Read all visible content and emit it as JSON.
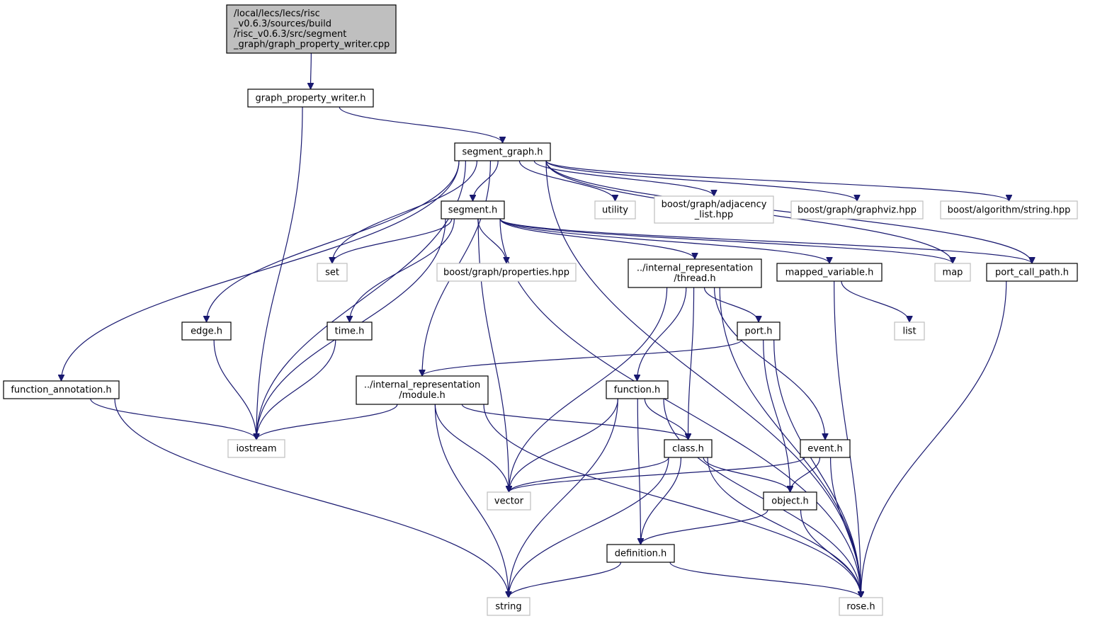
{
  "diagram": {
    "type": "include-dependency-graph",
    "colors": {
      "edge": "#191970",
      "root_fill": "#bfbfbf",
      "internal_border": "#000000",
      "external_border": "#bfbfbf"
    },
    "nodes": [
      {
        "id": "root",
        "kind": "root",
        "lines": [
          "/local/lecs/lecs/risc",
          "_v0.6.3/sources/build",
          "/risc_v0.6.3/src/segment",
          "_graph/graph_property_writer.cpp"
        ]
      },
      {
        "id": "gpw",
        "kind": "internal",
        "lines": [
          "graph_property_writer.h"
        ]
      },
      {
        "id": "sg",
        "kind": "internal",
        "lines": [
          "segment_graph.h"
        ]
      },
      {
        "id": "seg",
        "kind": "internal",
        "lines": [
          "segment.h"
        ]
      },
      {
        "id": "utility",
        "kind": "external",
        "lines": [
          "utility"
        ]
      },
      {
        "id": "adj",
        "kind": "external",
        "lines": [
          "boost/graph/adjacency",
          "_list.hpp"
        ]
      },
      {
        "id": "gviz",
        "kind": "external",
        "lines": [
          "boost/graph/graphviz.hpp"
        ]
      },
      {
        "id": "algstr",
        "kind": "external",
        "lines": [
          "boost/algorithm/string.hpp"
        ]
      },
      {
        "id": "set",
        "kind": "external",
        "lines": [
          "set"
        ]
      },
      {
        "id": "props",
        "kind": "external",
        "lines": [
          "boost/graph/properties.hpp"
        ]
      },
      {
        "id": "thread",
        "kind": "internal",
        "lines": [
          "../internal_representation",
          "/thread.h"
        ]
      },
      {
        "id": "mapvar",
        "kind": "internal",
        "lines": [
          "mapped_variable.h"
        ]
      },
      {
        "id": "map",
        "kind": "external",
        "lines": [
          "map"
        ]
      },
      {
        "id": "pcp",
        "kind": "internal",
        "lines": [
          "port_call_path.h"
        ]
      },
      {
        "id": "edge",
        "kind": "internal",
        "lines": [
          "edge.h"
        ]
      },
      {
        "id": "time",
        "kind": "internal",
        "lines": [
          "time.h"
        ]
      },
      {
        "id": "port",
        "kind": "internal",
        "lines": [
          "port.h"
        ]
      },
      {
        "id": "list",
        "kind": "external",
        "lines": [
          "list"
        ]
      },
      {
        "id": "fa",
        "kind": "internal",
        "lines": [
          "function_annotation.h"
        ]
      },
      {
        "id": "module",
        "kind": "internal",
        "lines": [
          "../internal_representation",
          "/module.h"
        ]
      },
      {
        "id": "func",
        "kind": "internal",
        "lines": [
          "function.h"
        ]
      },
      {
        "id": "iostream",
        "kind": "external",
        "lines": [
          "iostream"
        ]
      },
      {
        "id": "class",
        "kind": "internal",
        "lines": [
          "class.h"
        ]
      },
      {
        "id": "event",
        "kind": "internal",
        "lines": [
          "event.h"
        ]
      },
      {
        "id": "vector",
        "kind": "external",
        "lines": [
          "vector"
        ]
      },
      {
        "id": "object",
        "kind": "internal",
        "lines": [
          "object.h"
        ]
      },
      {
        "id": "defn",
        "kind": "internal",
        "lines": [
          "definition.h"
        ]
      },
      {
        "id": "string",
        "kind": "external",
        "lines": [
          "string"
        ]
      },
      {
        "id": "rose",
        "kind": "external",
        "lines": [
          "rose.h"
        ]
      }
    ],
    "edges": [
      [
        "root",
        "gpw"
      ],
      [
        "gpw",
        "sg"
      ],
      [
        "gpw",
        "iostream"
      ],
      [
        "sg",
        "seg"
      ],
      [
        "sg",
        "utility"
      ],
      [
        "sg",
        "adj"
      ],
      [
        "sg",
        "gviz"
      ],
      [
        "sg",
        "algstr"
      ],
      [
        "sg",
        "set"
      ],
      [
        "sg",
        "map"
      ],
      [
        "sg",
        "pcp"
      ],
      [
        "sg",
        "edge"
      ],
      [
        "sg",
        "fa"
      ],
      [
        "sg",
        "module"
      ],
      [
        "sg",
        "iostream"
      ],
      [
        "sg",
        "rose"
      ],
      [
        "seg",
        "set"
      ],
      [
        "seg",
        "props"
      ],
      [
        "seg",
        "thread"
      ],
      [
        "seg",
        "mapvar"
      ],
      [
        "seg",
        "map"
      ],
      [
        "seg",
        "pcp"
      ],
      [
        "seg",
        "time"
      ],
      [
        "seg",
        "iostream"
      ],
      [
        "seg",
        "vector"
      ],
      [
        "seg",
        "rose"
      ],
      [
        "thread",
        "port"
      ],
      [
        "thread",
        "func"
      ],
      [
        "thread",
        "class"
      ],
      [
        "thread",
        "event"
      ],
      [
        "thread",
        "vector"
      ],
      [
        "thread",
        "rose"
      ],
      [
        "mapvar",
        "list"
      ],
      [
        "mapvar",
        "rose"
      ],
      [
        "pcp",
        "rose"
      ],
      [
        "edge",
        "iostream"
      ],
      [
        "time",
        "iostream"
      ],
      [
        "port",
        "module"
      ],
      [
        "port",
        "object"
      ],
      [
        "port",
        "rose"
      ],
      [
        "fa",
        "iostream"
      ],
      [
        "fa",
        "string"
      ],
      [
        "module",
        "iostream"
      ],
      [
        "module",
        "class"
      ],
      [
        "module",
        "vector"
      ],
      [
        "module",
        "string"
      ],
      [
        "module",
        "rose"
      ],
      [
        "func",
        "class"
      ],
      [
        "func",
        "vector"
      ],
      [
        "func",
        "defn"
      ],
      [
        "func",
        "string"
      ],
      [
        "func",
        "rose"
      ],
      [
        "class",
        "vector"
      ],
      [
        "class",
        "object"
      ],
      [
        "class",
        "defn"
      ],
      [
        "class",
        "string"
      ],
      [
        "class",
        "rose"
      ],
      [
        "event",
        "vector"
      ],
      [
        "event",
        "object"
      ],
      [
        "event",
        "rose"
      ],
      [
        "object",
        "defn"
      ],
      [
        "object",
        "rose"
      ],
      [
        "defn",
        "string"
      ],
      [
        "defn",
        "rose"
      ]
    ]
  }
}
